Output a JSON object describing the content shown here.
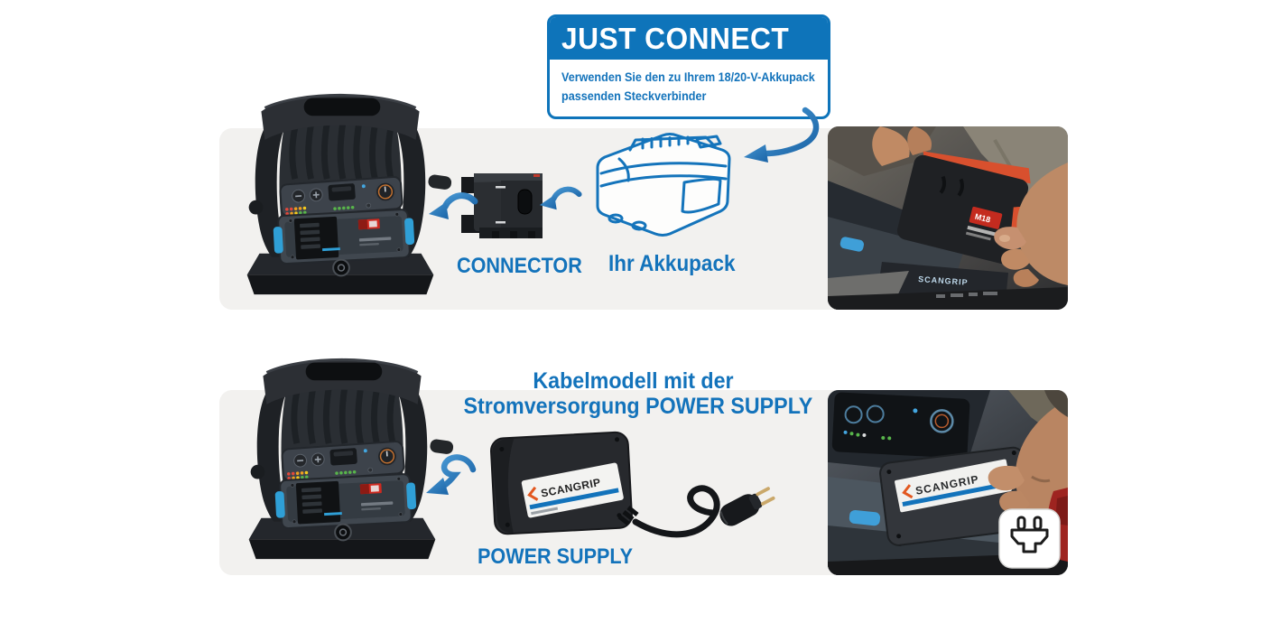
{
  "callout": {
    "title": "JUST CONNECT",
    "body_line1": "Verwenden Sie den zu Ihrem 18/20-V-Akkupack",
    "body_line2": "passenden Steckverbinder"
  },
  "top_row": {
    "connector_label": "CONNECTOR",
    "battery_label": "Ihr Akkupack"
  },
  "bottom_row": {
    "title_line1": "Kabelmodell mit der",
    "title_line2": "Stromversorgung POWER SUPPLY",
    "power_supply_label": "POWER SUPPLY"
  },
  "brand": "SCANGRIP",
  "photos": {
    "battery_badge": "M18"
  },
  "colors": {
    "brand_blue": "#0e74ba",
    "text_blue": "#1373bb",
    "panel_gray": "#f2f1ef",
    "arrow_blue": "#2a7cbe",
    "accent_cyan": "#3f9fd8",
    "alert_red": "#cf2a20",
    "orange": "#d8502e"
  },
  "icons": {
    "plug_badge": "power-plug-icon",
    "arrows": "swoosh-arrow-icon"
  }
}
